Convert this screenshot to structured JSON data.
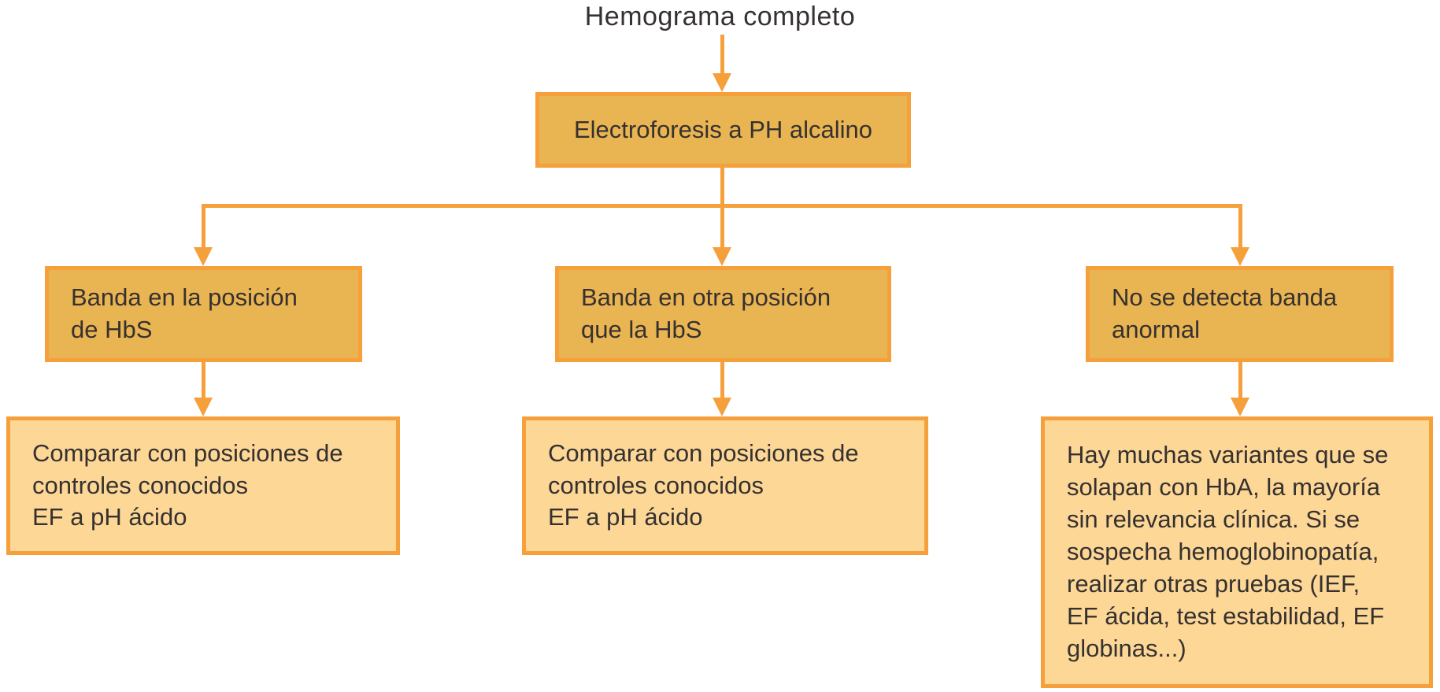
{
  "colors": {
    "accent": "#F6A03C",
    "node_fill_dark": "#E9B452",
    "node_fill_light": "#FCD796",
    "text_color": "#363130",
    "background": "#FFFFFF"
  },
  "flowchart": {
    "title": "Hemograma completo",
    "root": {
      "label": "Electroforesis a PH alcalino"
    },
    "branches": [
      {
        "condition": "Banda en la posición\nde HbS",
        "action": "Comparar con posiciones de\ncontroles conocidos\nEF a pH ácido"
      },
      {
        "condition": "Banda en otra posición\nque la HbS",
        "action": "Comparar con posiciones de\ncontroles conocidos\nEF a pH ácido"
      },
      {
        "condition": "No se detecta banda\nanormal",
        "action": "Hay muchas variantes que se\nsolapan con HbA, la mayoría\nsin relevancia clínica. Si se\nsospecha hemoglobinopatía,\nrealizar otras pruebas (IEF,\nEF ácida, test estabilidad, EF\nglobinas...)"
      }
    ]
  }
}
